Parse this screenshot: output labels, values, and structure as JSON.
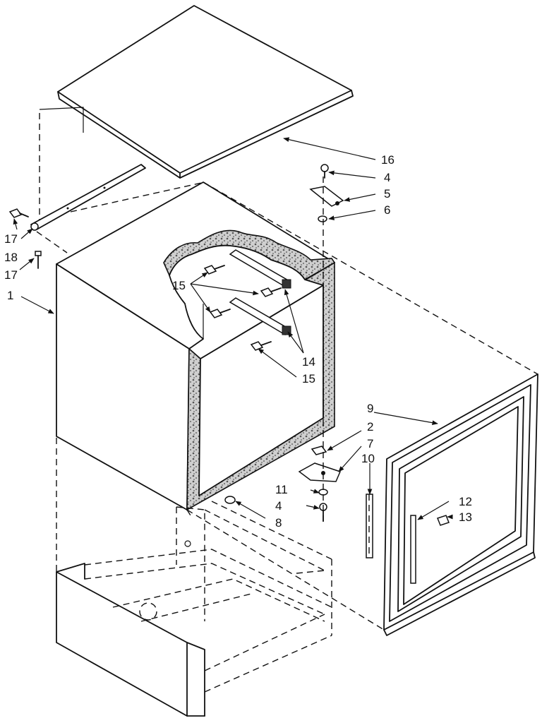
{
  "diagram": {
    "labels": {
      "p1": "1",
      "p2": "2",
      "p4a": "4",
      "p4b": "4",
      "p5": "5",
      "p6": "6",
      "p7": "7",
      "p8": "8",
      "p9": "9",
      "p10": "10",
      "p11": "11",
      "p12": "12",
      "p13": "13",
      "p14a": "14",
      "p15a": "15",
      "p15b": "15",
      "p16": "16",
      "p17a": "17",
      "p17b": "17",
      "p18": "18"
    }
  }
}
